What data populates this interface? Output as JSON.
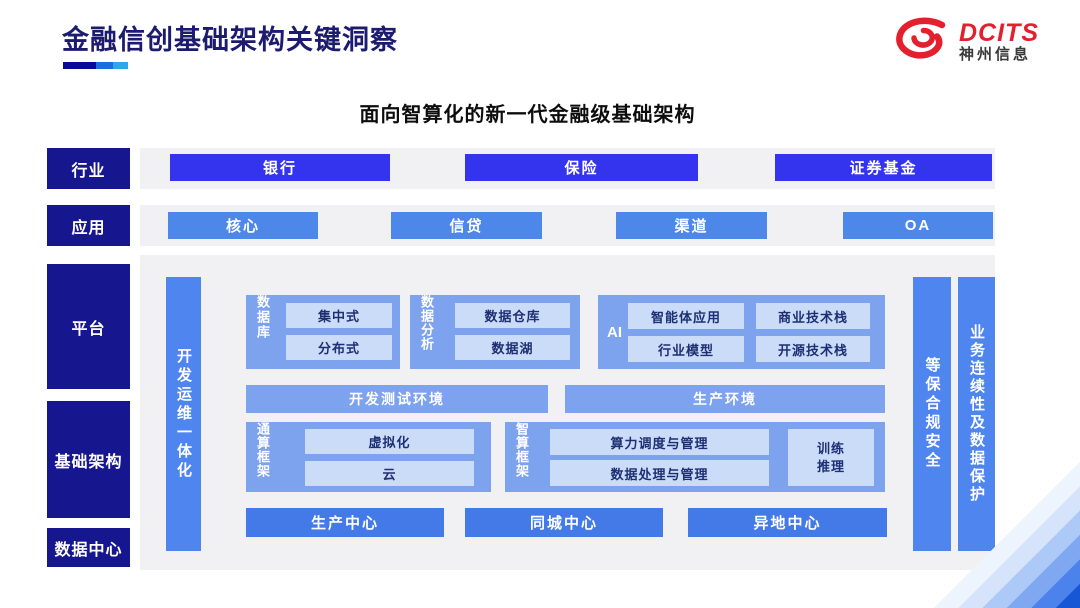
{
  "header": {
    "title": "金融信创基础架构关键洞察",
    "logo": {
      "brand": "DCITS",
      "company": "神州信息"
    }
  },
  "diagram": {
    "title": "面向智算化的新一代金融级基础架构",
    "side_labels": {
      "industry": "行业",
      "application": "应用",
      "platform": "平台",
      "infrastructure": "基础架构",
      "datacenter": "数据中心"
    },
    "industry_items": [
      "银行",
      "保险",
      "证券基金"
    ],
    "application_items": [
      "核心",
      "信贷",
      "渠道",
      "OA"
    ],
    "devops_bar": "开发运维一体化",
    "database": {
      "label": "数据库",
      "items": [
        "集中式",
        "分布式"
      ]
    },
    "analytics": {
      "label": "数据分析",
      "items": [
        "数据仓库",
        "数据湖"
      ]
    },
    "ai": {
      "label": "AI",
      "items": [
        "智能体应用",
        "商业技术栈",
        "行业模型",
        "开源技术栈"
      ]
    },
    "environments": [
      "开发测试环境",
      "生产环境"
    ],
    "general_compute": {
      "label": "通算框架",
      "items": [
        "虚拟化",
        "云"
      ]
    },
    "intelligent_compute": {
      "label": "智算框架",
      "items": [
        "算力调度与管理",
        "数据处理与管理"
      ],
      "side_box": "训练\n推理"
    },
    "centers": [
      "生产中心",
      "同城中心",
      "异地中心"
    ],
    "security_bar": "等保合规安全",
    "continuity_bar": "业务连续性及数据保护"
  },
  "colors": {
    "title_navy": "#1d1b6f",
    "navy_label": "#16168e",
    "industry_box": "#3434ef",
    "application_box": "#4d87ea",
    "section_bg": "#7da2ee",
    "inner_box_bg": "#cadcf8",
    "inner_box_text": "#1e2f73",
    "vertical_bar": "#4f85ee",
    "center_box": "#447ae8",
    "panel_bg": "#f1f1f4",
    "logo_red": "#e5202e"
  }
}
